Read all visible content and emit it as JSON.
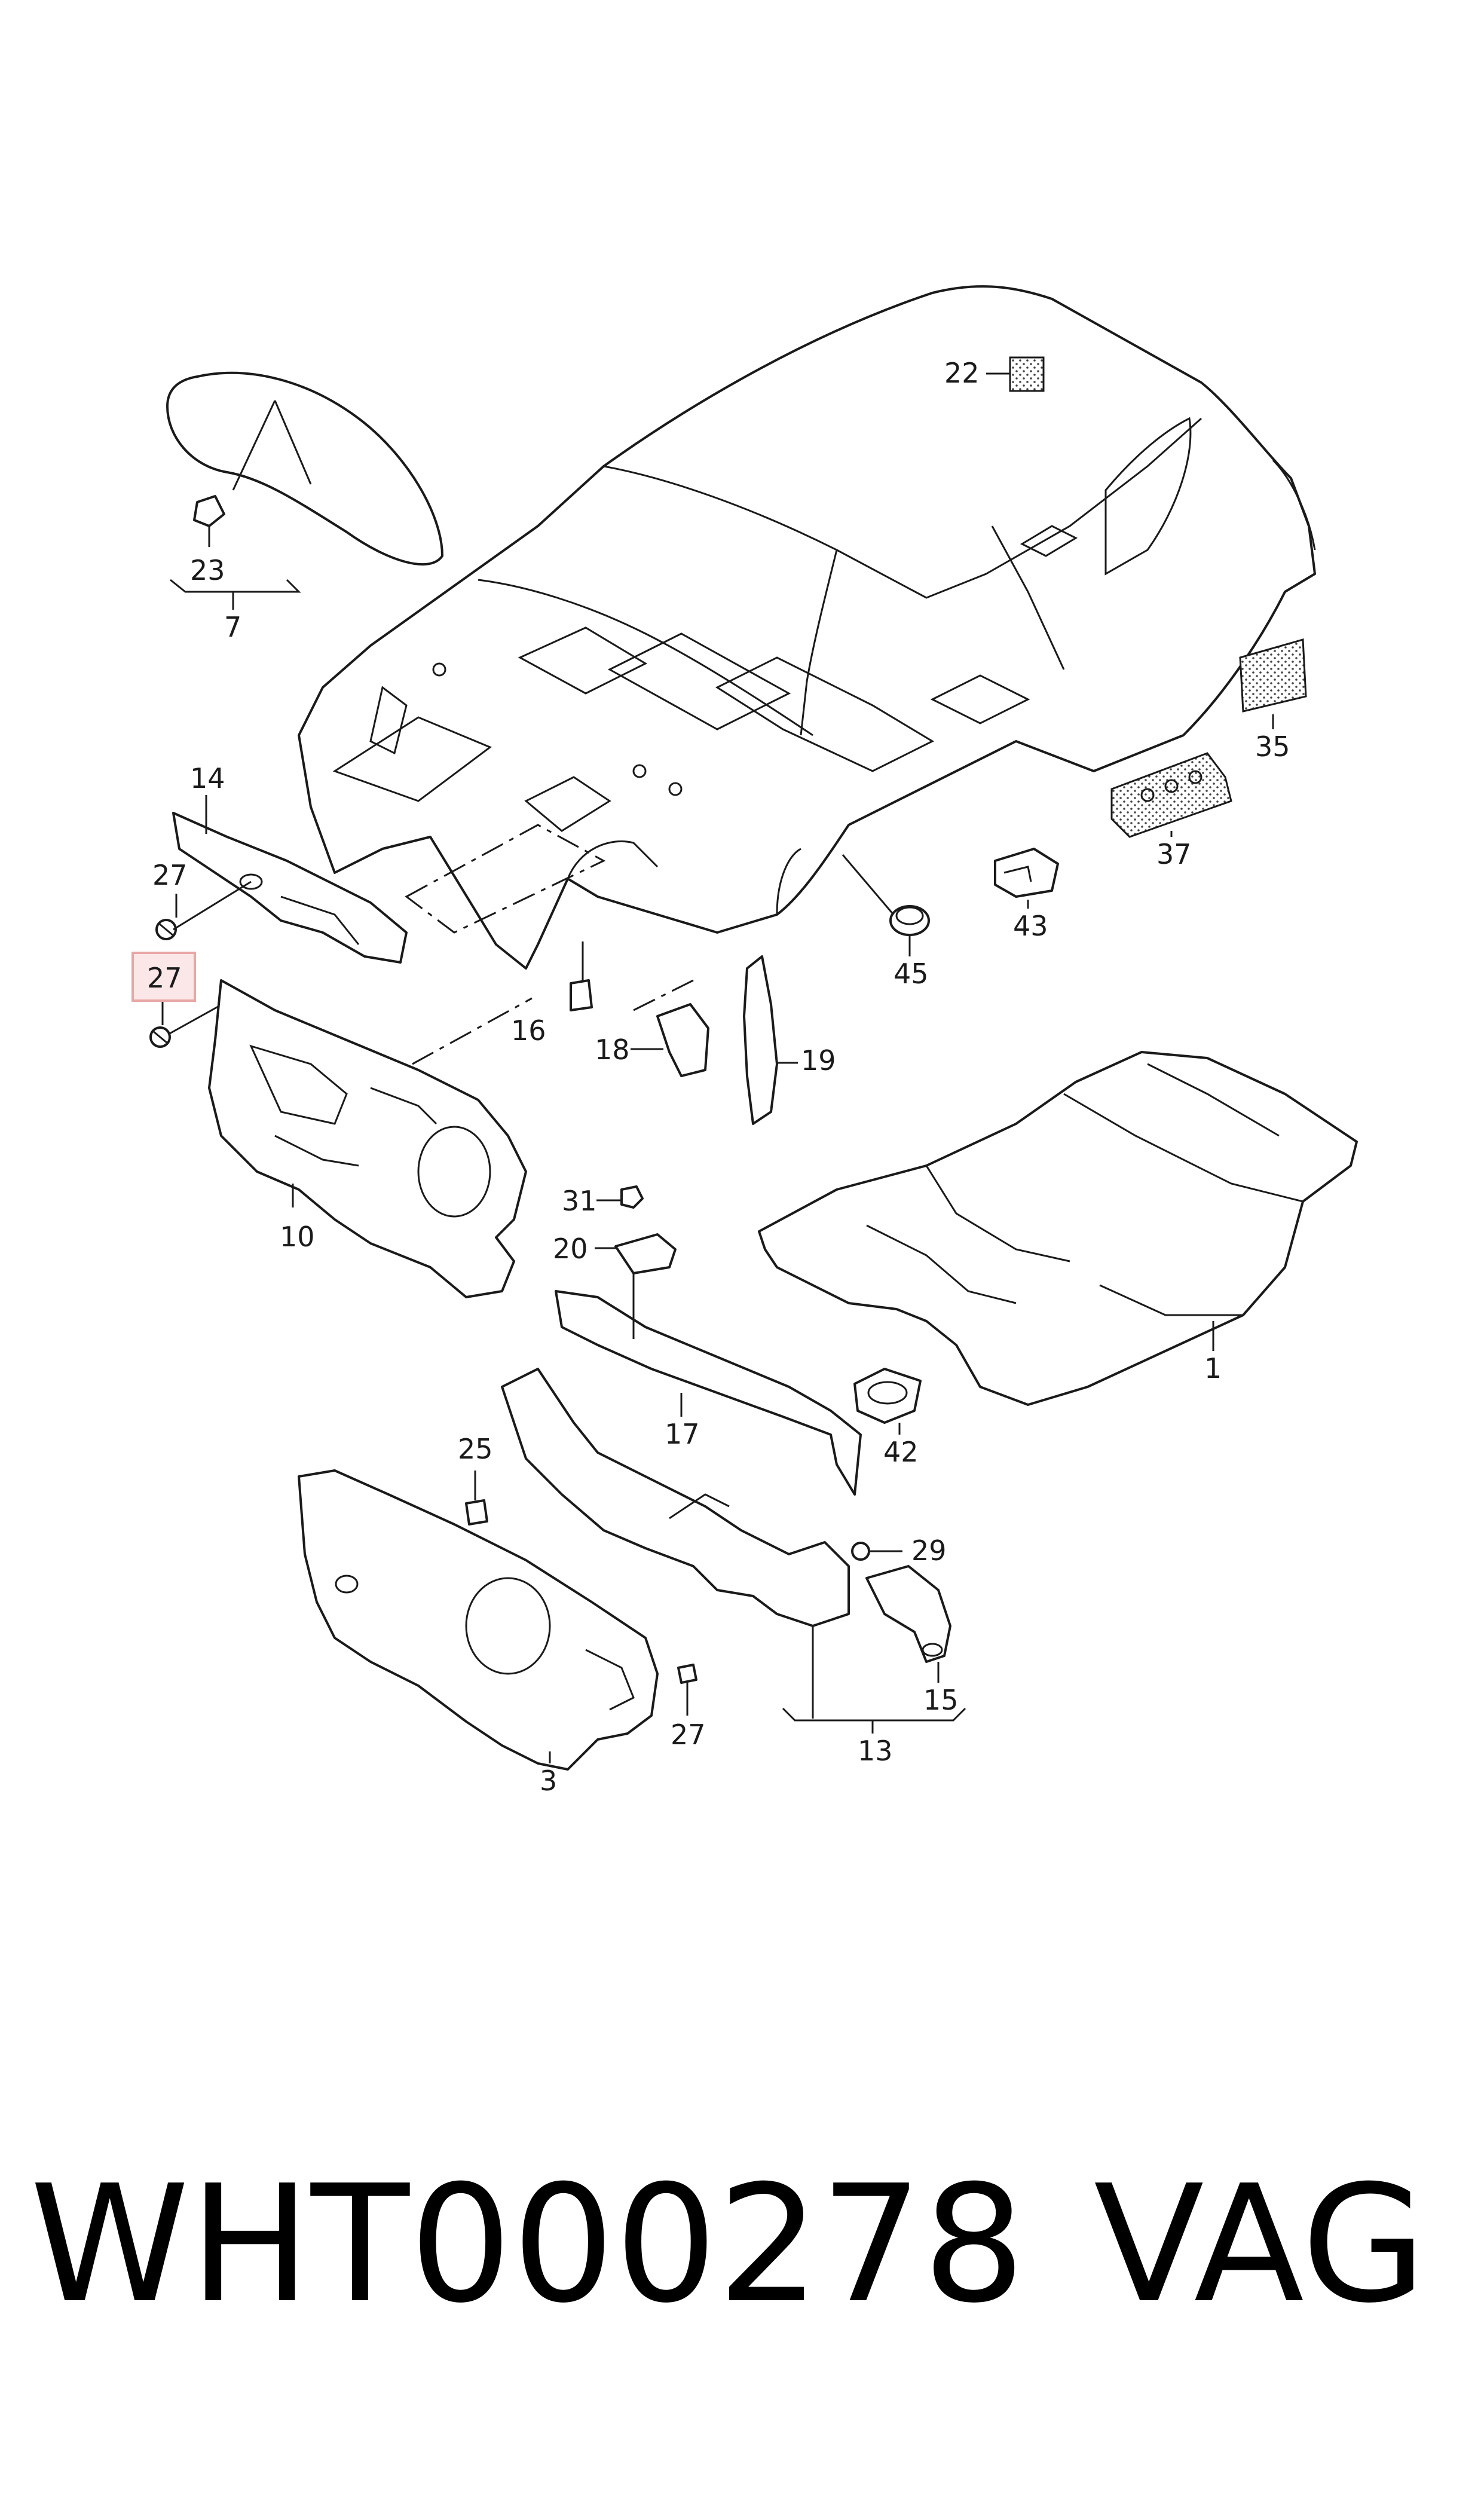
{
  "diagram": {
    "callouts": {
      "c1": "1",
      "c3": "3",
      "c7": "7",
      "c10": "10",
      "c13": "13",
      "c14": "14",
      "c15": "15",
      "c16": "16",
      "c17": "17",
      "c18": "18",
      "c19": "19",
      "c20": "20",
      "c22": "22",
      "c23": "23",
      "c25": "25",
      "c27a": "27",
      "c27b": "27",
      "c27c": "27",
      "c29": "29",
      "c31": "31",
      "c35": "35",
      "c37": "37",
      "c42": "42",
      "c43": "43",
      "c45": "45"
    },
    "highlight_color": "#e8a6a6"
  },
  "footer": {
    "part_number": "WHT000278",
    "brand": "VAG"
  }
}
